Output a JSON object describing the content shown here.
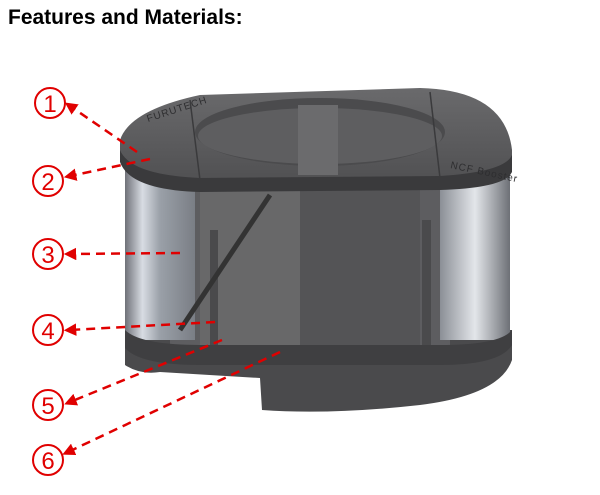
{
  "title": "Features and Materials:",
  "callouts": [
    {
      "label": "1"
    },
    {
      "label": "2"
    },
    {
      "label": "3"
    },
    {
      "label": "4"
    },
    {
      "label": "5"
    },
    {
      "label": "6"
    }
  ],
  "product_engraving": [
    "FURUTECH",
    "NCF Booster"
  ],
  "colors": {
    "callout": "#e00000",
    "body": "#5a5a5c"
  }
}
